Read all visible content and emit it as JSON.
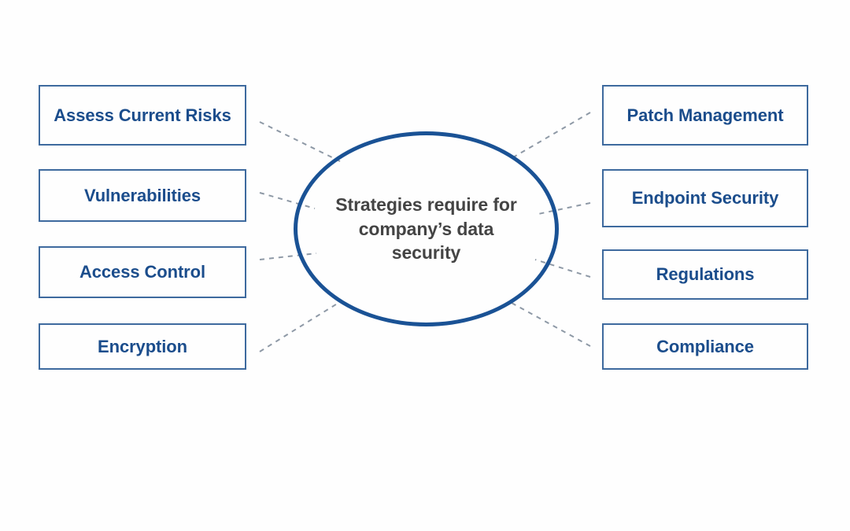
{
  "diagram": {
    "title": "Strategies require for company's data security",
    "center": {
      "label": "Strategies require for company’s data security",
      "shape": "ellipse",
      "border_color": "#1a5295",
      "text_color": "#444444"
    },
    "style": {
      "background": "#fefefe",
      "box_border_color": "#3e6a9e",
      "box_text_color": "#1b4d8c",
      "connector_color": "#8e99a6",
      "connector_style": "dashed"
    },
    "left_nodes": [
      {
        "label": "Assess Current Risks"
      },
      {
        "label": "Vulnerabilities"
      },
      {
        "label": "Access Control"
      },
      {
        "label": "Encryption"
      }
    ],
    "right_nodes": [
      {
        "label": "Patch Management"
      },
      {
        "label": "Endpoint Security"
      },
      {
        "label": "Regulations"
      },
      {
        "label": "Compliance"
      }
    ]
  }
}
